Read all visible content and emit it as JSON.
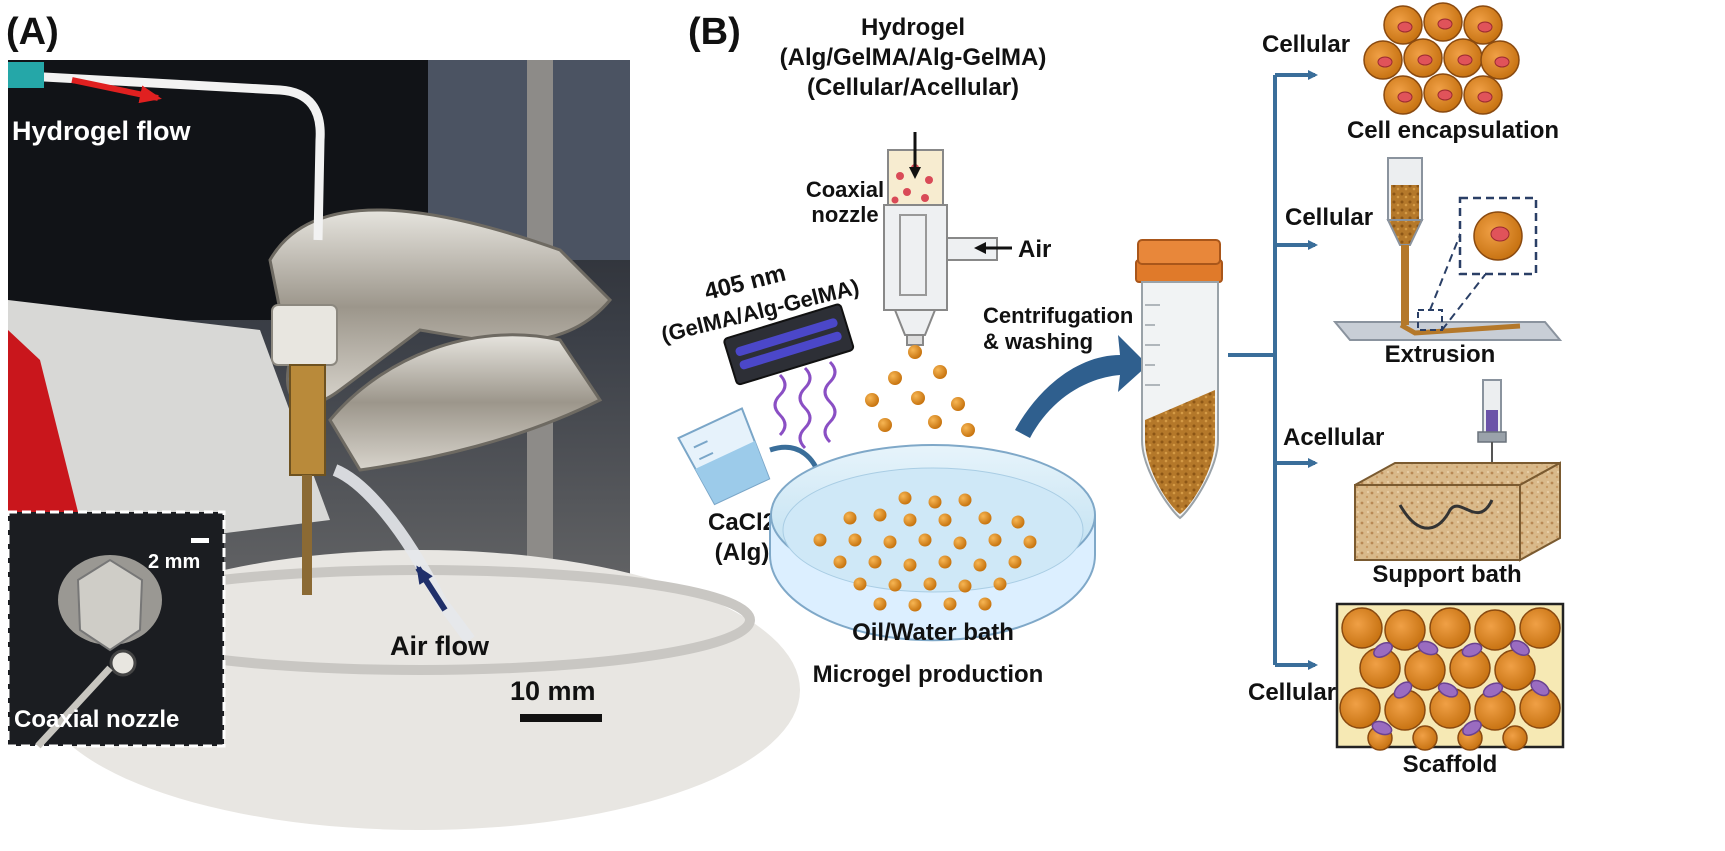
{
  "panels": {
    "a": {
      "label": "(A)",
      "hydrogel_flow": "Hydrogel  flow",
      "air_flow": "Air flow",
      "scale_main": "10 mm",
      "inset_scale": "2 mm",
      "inset_caption": "Coaxial nozzle"
    },
    "b": {
      "label": "(B)",
      "hydrogel_line1": "Hydrogel",
      "hydrogel_line2": "(Alg/GelMA/Alg-GelMA)",
      "hydrogel_line3": "(Cellular/Acellular)",
      "coaxial_line1": "Coaxial",
      "coaxial_line2": "nozzle",
      "air": "Air",
      "uv_line1": "405 nm",
      "uv_line2": "(GelMA/Alg-GelMA)",
      "cacl2_line1": "CaCl2",
      "cacl2_line2": "(Alg)",
      "bath": "Oil/Water bath",
      "production": "Microgel production",
      "centrifugation_line1": "Centrifugation",
      "centrifugation_line2": "& washing",
      "branches": [
        {
          "type": "Cellular",
          "application": "Cell encapsulation"
        },
        {
          "type": "Cellular",
          "application": "Extrusion"
        },
        {
          "type": "Acellular",
          "application": "Support bath"
        },
        {
          "type": "Cellular",
          "application": "Scaffold"
        }
      ]
    }
  },
  "colors": {
    "arrow_blue": "#3a6e9a",
    "bead_orange": "#e08a1c",
    "cell_red": "#e0535a",
    "cell_purple": "#9a6cc0",
    "uv_purple": "#8a4fc4",
    "red_arrow": "#e02020",
    "navy_arrow": "#1f2f6a"
  }
}
